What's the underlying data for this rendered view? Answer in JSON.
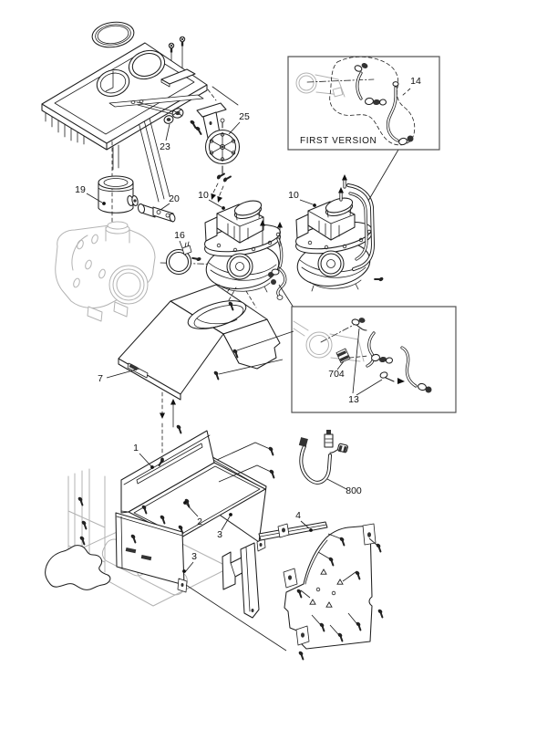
{
  "image": {
    "type": "exploded-parts-diagram",
    "background": "#ffffff"
  },
  "colors": {
    "line": "#1f1f1f",
    "ghost": "#b3b3b3",
    "inset_border": "#555555",
    "text": "#111111"
  },
  "insets": {
    "first_version_caption": "FIRST VERSION"
  },
  "callouts": {
    "c1": "1",
    "c2": "2",
    "c3a": "3",
    "c3b": "3",
    "c4": "4",
    "c7": "7",
    "c10a": "10",
    "c10b": "10",
    "c13": "13",
    "c14": "14",
    "c16": "16",
    "c19": "19",
    "c20": "20",
    "c23": "23",
    "c25": "25",
    "c704": "704",
    "c800": "800"
  }
}
